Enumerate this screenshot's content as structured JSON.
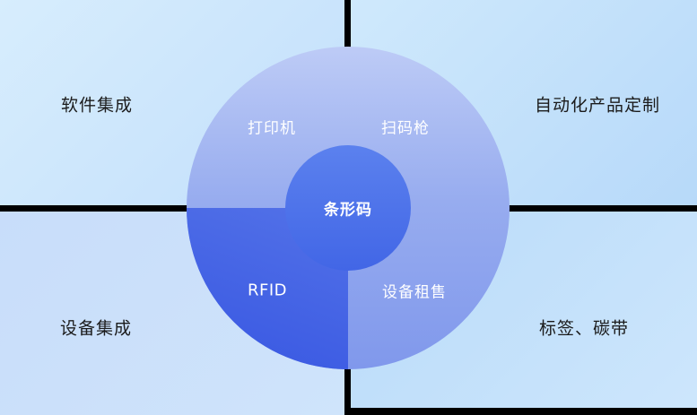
{
  "colors": {
    "background_light": "#d8eefd",
    "background_deep": "#b4d6f9",
    "divider": "#000000",
    "ring_top": "#bdcbf6",
    "ring_bottom": "#8098ec",
    "quarter_blue": "#3d5ce3",
    "center_circle_blue": "#4a72e9",
    "corner_text": "#1b1b1b",
    "circle_text": "#ffffff"
  },
  "corner_labels": {
    "top_left": "软件集成",
    "top_right": "自动化产品定制",
    "bottom_left": "设备集成",
    "bottom_right": "标签、碳带"
  },
  "ring_labels": {
    "top_left": "打印机",
    "top_right": "扫码枪",
    "bottom_left": "RFID",
    "bottom_right": "设备租售"
  },
  "center_label": "条形码"
}
